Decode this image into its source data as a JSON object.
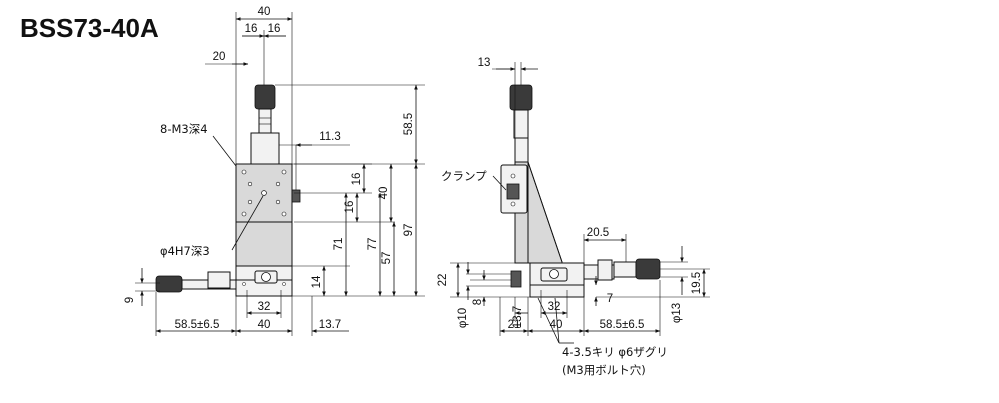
{
  "title": "BSS73-40A",
  "front_view": {
    "dims": {
      "top_40": "40",
      "top_16a": "16",
      "top_16b": "16",
      "top_20": "20",
      "h_58_5": "58.5",
      "d_11_3": "11.3",
      "v_16a": "16",
      "v_16b": "16",
      "v_40": "40",
      "v_71": "71",
      "v_77": "77",
      "v_57": "57",
      "v_97": "97",
      "v_14": "14",
      "v_9": "9",
      "b_32": "32",
      "b_58_5": "58.5±6.5",
      "b_40": "40",
      "b_13_7": "13.7"
    },
    "notes": {
      "tapped_holes": "8-M3深4",
      "pin_hole": "φ4H7深3"
    }
  },
  "side_view": {
    "dims": {
      "top_13": "13",
      "d_20_5": "20.5",
      "v_22": "22",
      "v_19_5": "19.5",
      "v_8": "8",
      "v_7": "7",
      "phi_10": "φ10",
      "phi_13": "φ13",
      "b_13_7": "13.7",
      "b_21": "21",
      "b_40": "40",
      "b_32": "32",
      "b_58_5": "58.5±6.5"
    },
    "notes": {
      "clamp": "クランプ",
      "holes_line1": "4-3.5キリ φ6ザグリ",
      "holes_line2": "(M3用ボルト穴)"
    }
  }
}
